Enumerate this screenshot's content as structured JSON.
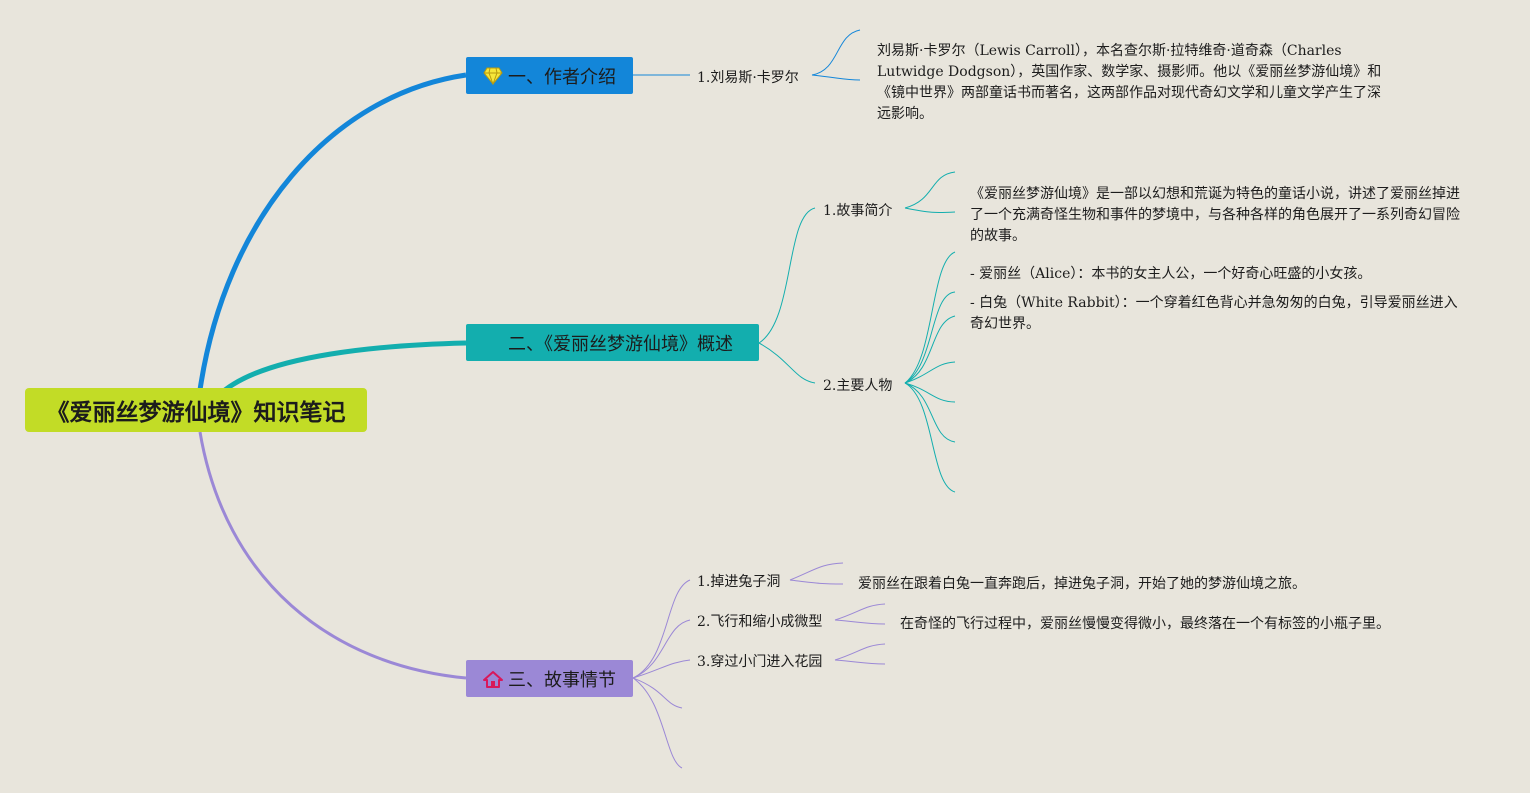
{
  "root": {
    "title": "《爱丽丝梦游仙境》知识笔记"
  },
  "colors": {
    "background": "#e8e5dc",
    "root": "#c2dc26",
    "branch1": "#1386d9",
    "branch2": "#13aeae",
    "branch3": "#9b88d6"
  },
  "branches": [
    {
      "label": "一、作者介绍",
      "icon": "diamond-icon",
      "children": [
        {
          "label": "1.刘易斯·卡罗尔",
          "notes": [
            "刘易斯·卡罗尔（Lewis Carroll），本名查尔斯·拉特维奇·道奇森（Charles Lutwidge Dodgson），英国作家、数学家、摄影师。他以《爱丽丝梦游仙境》和《镜中世界》两部童话书而著名，这两部作品对现代奇幻文学和儿童文学产生了深远影响。"
          ]
        }
      ]
    },
    {
      "label": "二、《爱丽丝梦游仙境》概述",
      "children": [
        {
          "label": "1.故事简介",
          "notes": [
            "《爱丽丝梦游仙境》是一部以幻想和荒诞为特色的童话小说，讲述了爱丽丝掉进了一个充满奇怪生物和事件的梦境中，与各种各样的角色展开了一系列奇幻冒险的故事。"
          ]
        },
        {
          "label": "2.主要人物",
          "notes": [
            "- 爱丽丝（Alice）：本书的女主人公，一个好奇心旺盛的小女孩。",
            "- 白兔（White Rabbit）：一个穿着红色背心并急匆匆的白兔，引导爱丽丝进入奇幻世界。"
          ]
        }
      ]
    },
    {
      "label": "三、故事情节",
      "icon": "house-icon",
      "children": [
        {
          "label": "1.掉进兔子洞",
          "notes": [
            "爱丽丝在跟着白兔一直奔跑后，掉进兔子洞，开始了她的梦游仙境之旅。"
          ]
        },
        {
          "label": "2.飞行和缩小成微型",
          "notes": [
            "在奇怪的飞行过程中，爱丽丝慢慢变得微小，最终落在一个有标签的小瓶子里。"
          ]
        },
        {
          "label": "3.穿过小门进入花园",
          "notes": []
        }
      ]
    }
  ]
}
